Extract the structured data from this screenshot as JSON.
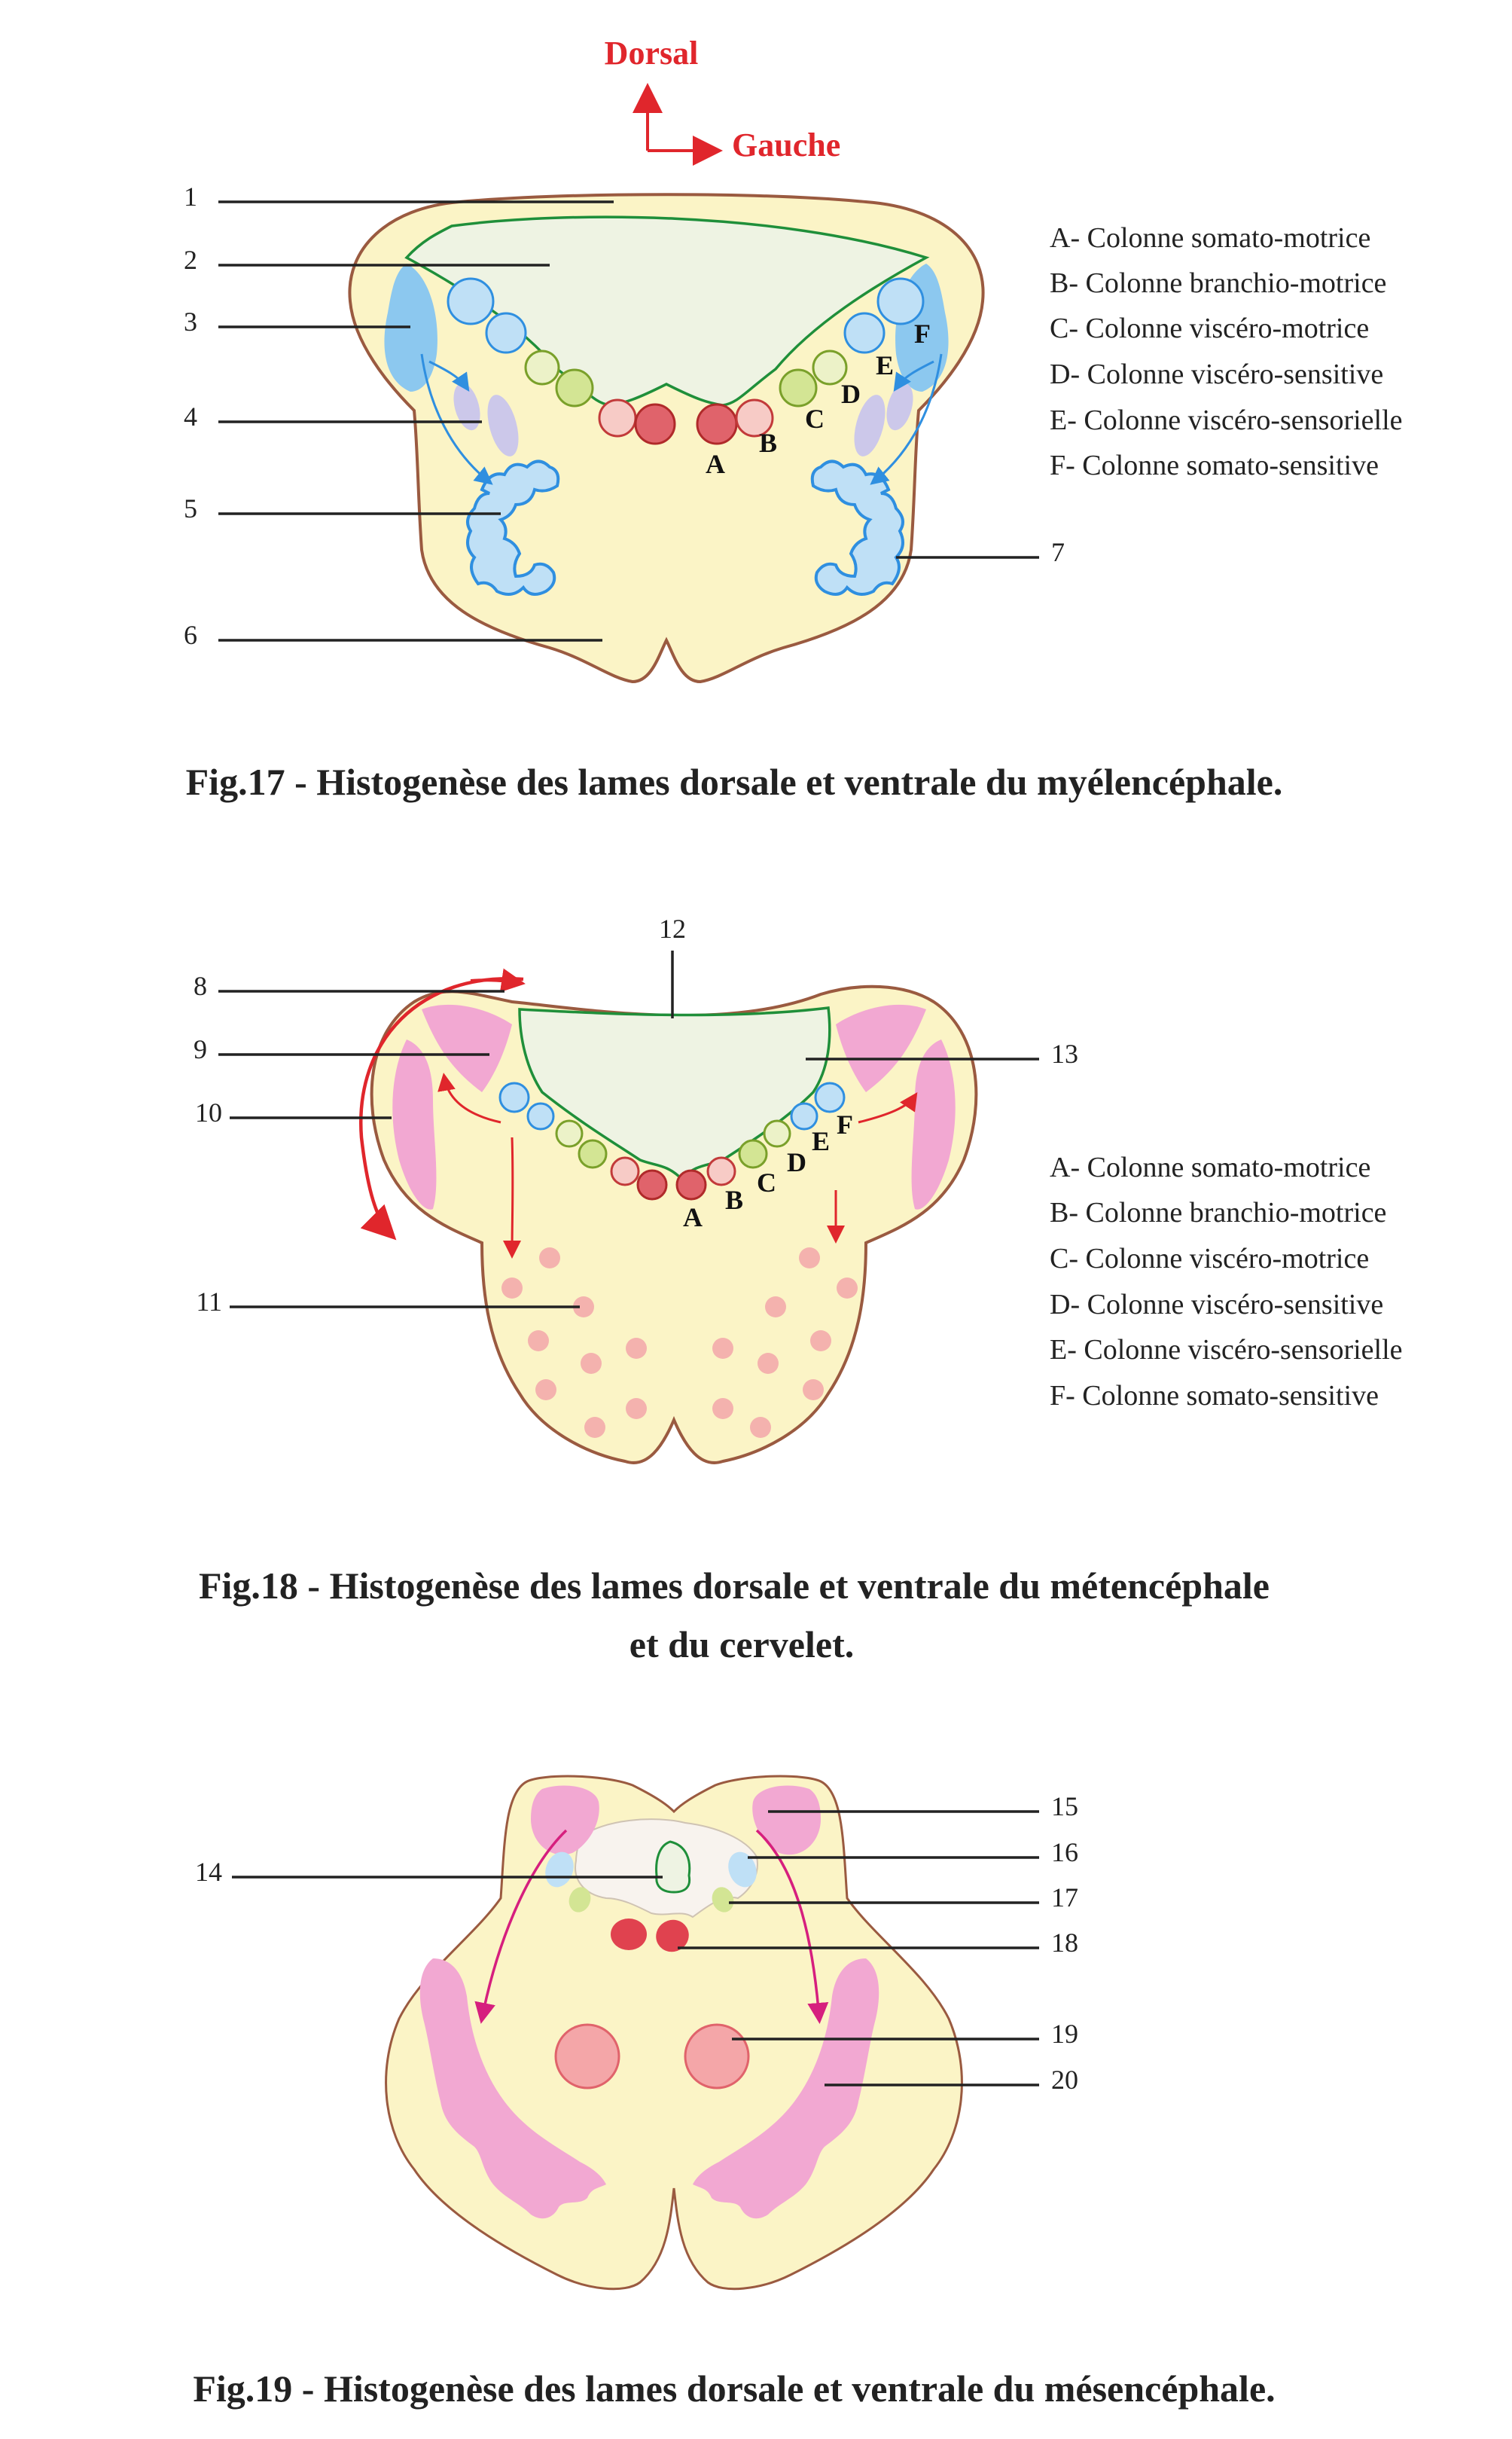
{
  "colors": {
    "tissue": "#fbf4c6",
    "outline": "#9a5a40",
    "ventricle": "#eef3e3",
    "ependyma": "#1f8f3a",
    "somatic": "#bfe0f6",
    "somatic_dark": "#8cc8ef",
    "visceral": "#d3e594",
    "visceral_light": "#ecf2c8",
    "branchial": "#f4b2ae",
    "motor_dark": "#e0636b",
    "lavender": "#ccc8ea",
    "pink": "#f2a8d2",
    "red_arrow": "#e0262c",
    "blue_arrow": "#2f8fe0",
    "magenta_arrow": "#d61f7e"
  },
  "orientation": {
    "dorsal": "Dorsal",
    "left": "Gauche"
  },
  "legend_items": [
    "A- Colonne somato-motrice",
    "B- Colonne branchio-motrice",
    "C- Colonne viscéro-motrice",
    "D- Colonne viscéro-sensitive",
    "E- Colonne viscéro-sensorielle",
    "F- Colonne somato-sensitive"
  ],
  "column_letters": [
    "A",
    "B",
    "C",
    "D",
    "E",
    "F"
  ],
  "fig17": {
    "caption": "Fig.17 - Histogenèse des lames dorsale et ventrale du myélencéphale.",
    "labels": [
      "1",
      "2",
      "3",
      "4",
      "5",
      "6",
      "7"
    ]
  },
  "fig18": {
    "caption_line1": "Fig.18 - Histogenèse des lames dorsale et ventrale du métencéphale",
    "caption_line2": "et du cervelet.",
    "labels": [
      "8",
      "9",
      "10",
      "11",
      "12",
      "13"
    ]
  },
  "fig19": {
    "caption": "Fig.19 - Histogenèse des lames dorsale et ventrale du mésencéphale.",
    "labels": [
      "14",
      "15",
      "16",
      "17",
      "18",
      "19",
      "20"
    ]
  }
}
